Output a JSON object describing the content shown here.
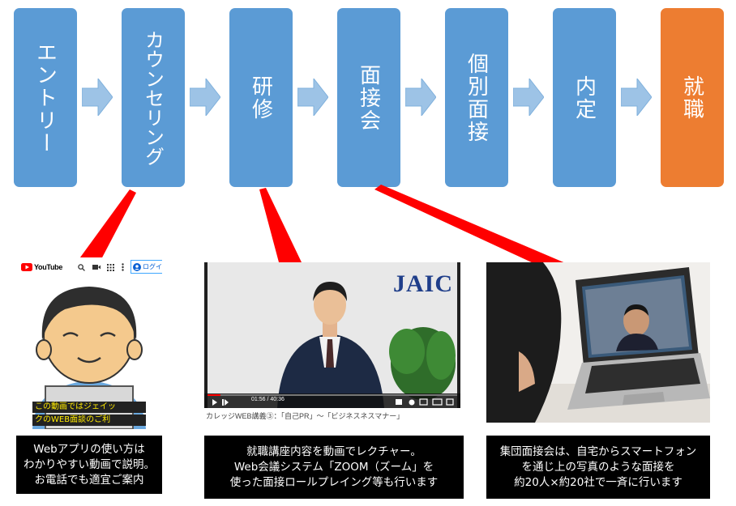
{
  "flow": {
    "steps": [
      "エントリー",
      "カウンセリング",
      "研修",
      "面接会",
      "個別面接",
      "内定",
      "就職"
    ],
    "colors": {
      "step": "#5b9bd5",
      "final": "#ed7d31",
      "arrow": "#9dc3e6",
      "pointer": "#ff0000"
    }
  },
  "panels": [
    {
      "caption_lines": [
        "Webアプリの使い方は",
        "わかりやすい動画で説明。",
        "お電話でも適宜ご案内"
      ],
      "yt_logo": "YouTube",
      "login_label": "ログイ",
      "subtitle_lines": [
        "この動画ではジェイッ",
        "クのWEB面談のご利"
      ]
    },
    {
      "caption_lines": [
        "就職講座内容を動画でレクチャー。",
        "Web会議システム「ZOOM（ズーム」を",
        "使った面接ロールプレイング等も行います"
      ],
      "logo": "JAIC",
      "video_time": "01:56 / 40:36",
      "video_title": "カレッジWEB講義③：「自己PR」～「ビジネスネスマナー」"
    },
    {
      "caption_lines": [
        "集団面接会は、自宅からスマートフォン",
        "を通じ上の写真のような面接を",
        "約20人×約20社で一斉に行います"
      ]
    }
  ]
}
